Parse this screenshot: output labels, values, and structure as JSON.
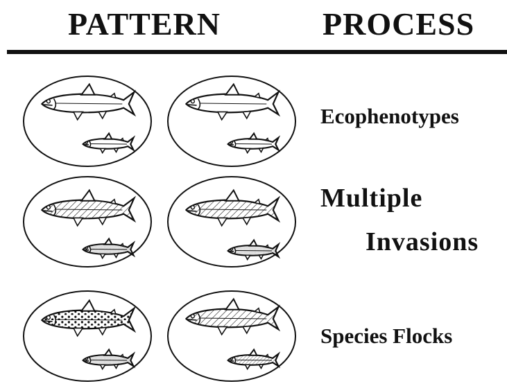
{
  "headers": {
    "pattern": "PATTERN",
    "process": "PROCESS"
  },
  "processes": [
    {
      "line1": "Ecophenotypes",
      "line2": "",
      "fish_pattern": "plain"
    },
    {
      "line1": "Multiple",
      "line2": "Invasions",
      "fish_pattern": "hatched"
    },
    {
      "line1": "Species Flocks",
      "line2": "",
      "fish_pattern": "spotted-vs-hatched"
    }
  ],
  "colors": {
    "ink": "#111111",
    "background": "#ffffff"
  }
}
